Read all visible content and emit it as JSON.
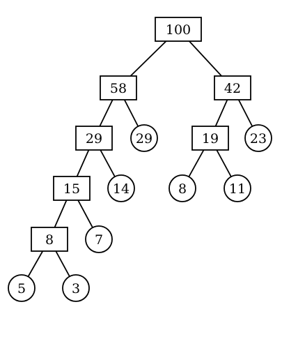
{
  "tree": {
    "internal": [
      {
        "id": "n100",
        "label": "100"
      },
      {
        "id": "n58",
        "label": "58"
      },
      {
        "id": "n42",
        "label": "42"
      },
      {
        "id": "n29a",
        "label": "29"
      },
      {
        "id": "n19",
        "label": "19"
      },
      {
        "id": "n15",
        "label": "15"
      },
      {
        "id": "n8a",
        "label": "8"
      }
    ],
    "leaves": [
      {
        "id": "l29",
        "label": "29"
      },
      {
        "id": "l23",
        "label": "23"
      },
      {
        "id": "l14",
        "label": "14"
      },
      {
        "id": "l8",
        "label": "8"
      },
      {
        "id": "l11",
        "label": "11"
      },
      {
        "id": "l7",
        "label": "7"
      },
      {
        "id": "l5",
        "label": "5"
      },
      {
        "id": "l3",
        "label": "3"
      }
    ],
    "edges": [
      [
        "n100",
        "n58"
      ],
      [
        "n100",
        "n42"
      ],
      [
        "n58",
        "n29a"
      ],
      [
        "n58",
        "l29"
      ],
      [
        "n42",
        "n19"
      ],
      [
        "n42",
        "l23"
      ],
      [
        "n29a",
        "n15"
      ],
      [
        "n29a",
        "l14"
      ],
      [
        "n19",
        "l8"
      ],
      [
        "n19",
        "l11"
      ],
      [
        "n15",
        "n8a"
      ],
      [
        "n15",
        "l7"
      ],
      [
        "n8a",
        "l5"
      ],
      [
        "n8a",
        "l3"
      ]
    ]
  }
}
